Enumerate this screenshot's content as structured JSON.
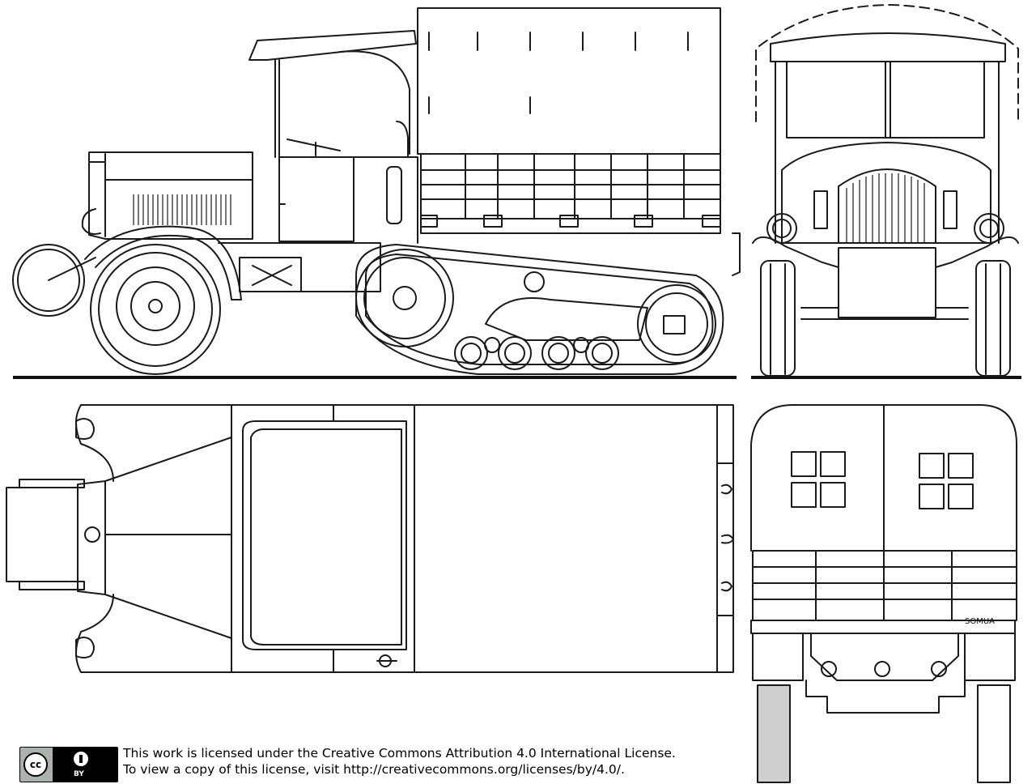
{
  "license": {
    "line1": "This work is licensed under the Creative Commons Attribution 4.0 International License.",
    "line2": "To view a copy of this license, visit http://creativecommons.org/licenses/by/4.0/.",
    "badge_cc": "cc",
    "badge_by": "BY"
  },
  "drawing": {
    "maker_mark": "SOMUA",
    "views": [
      "side-view",
      "front-view",
      "top-view",
      "rear-view"
    ]
  }
}
